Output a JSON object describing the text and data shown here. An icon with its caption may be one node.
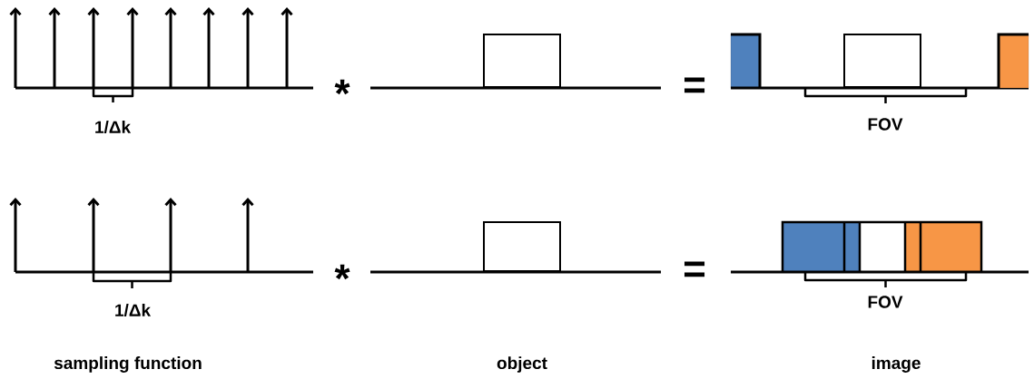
{
  "diagram": {
    "labels": [
      "*",
      "=",
      "1/Δk",
      "FOV",
      "*",
      "=",
      "1/Δk",
      "FOV",
      "sampling function",
      "object",
      "image"
    ]
  }
}
